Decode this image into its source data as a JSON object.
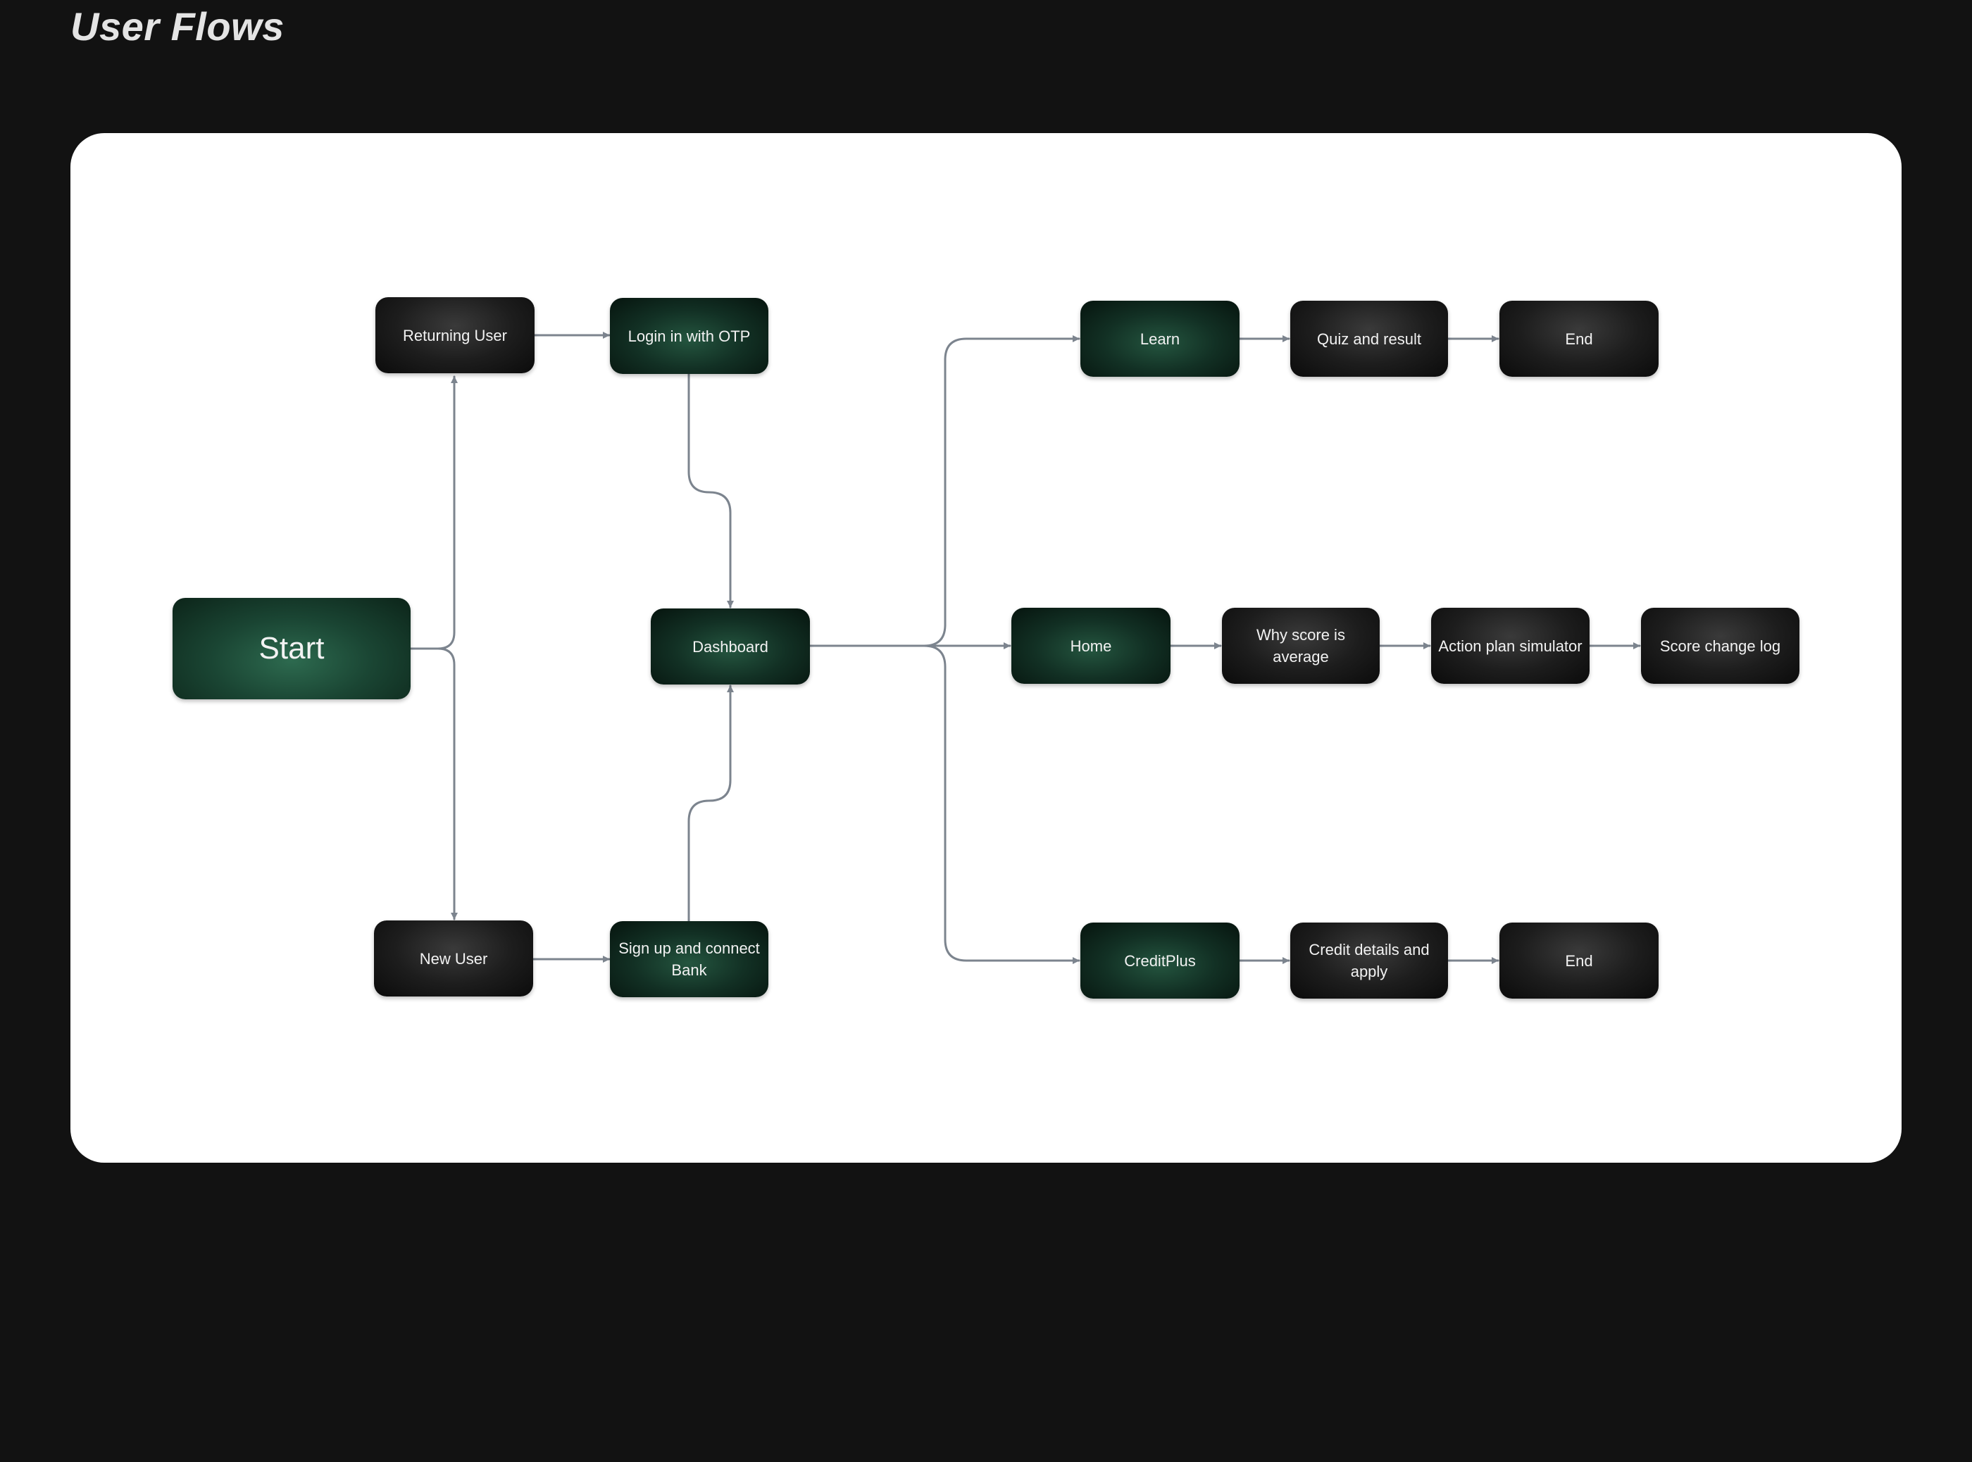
{
  "page": {
    "title": "User Flows"
  },
  "diagram": {
    "nodes": {
      "start": "Start",
      "returning_user": "Returning User",
      "login_otp": "Login in with OTP",
      "new_user": "New User",
      "signup_bank": "Sign up and connect Bank",
      "dashboard": "Dashboard",
      "learn": "Learn",
      "quiz_result": "Quiz and result",
      "end_learn": "End",
      "home": "Home",
      "why_score": "Why score is average",
      "action_plan": "Action plan simulator",
      "score_log": "Score change log",
      "creditplus": "CreditPlus",
      "credit_details": "Credit details and apply",
      "end_credit": "End"
    },
    "edges": [
      [
        "start",
        "returning_user"
      ],
      [
        "start",
        "new_user"
      ],
      [
        "returning_user",
        "login_otp"
      ],
      [
        "new_user",
        "signup_bank"
      ],
      [
        "login_otp",
        "dashboard"
      ],
      [
        "signup_bank",
        "dashboard"
      ],
      [
        "dashboard",
        "learn"
      ],
      [
        "dashboard",
        "home"
      ],
      [
        "dashboard",
        "creditplus"
      ],
      [
        "learn",
        "quiz_result"
      ],
      [
        "quiz_result",
        "end_learn"
      ],
      [
        "home",
        "why_score"
      ],
      [
        "why_score",
        "action_plan"
      ],
      [
        "action_plan",
        "score_log"
      ],
      [
        "creditplus",
        "credit_details"
      ],
      [
        "credit_details",
        "end_credit"
      ]
    ]
  },
  "colors": {
    "background": "#121212",
    "canvas": "#ffffff",
    "connector": "#7c848e",
    "node_dark": "#1d1d1d",
    "node_green": "#123024",
    "node_text": "#f2f2f2",
    "title_text": "#e4e4e4"
  }
}
